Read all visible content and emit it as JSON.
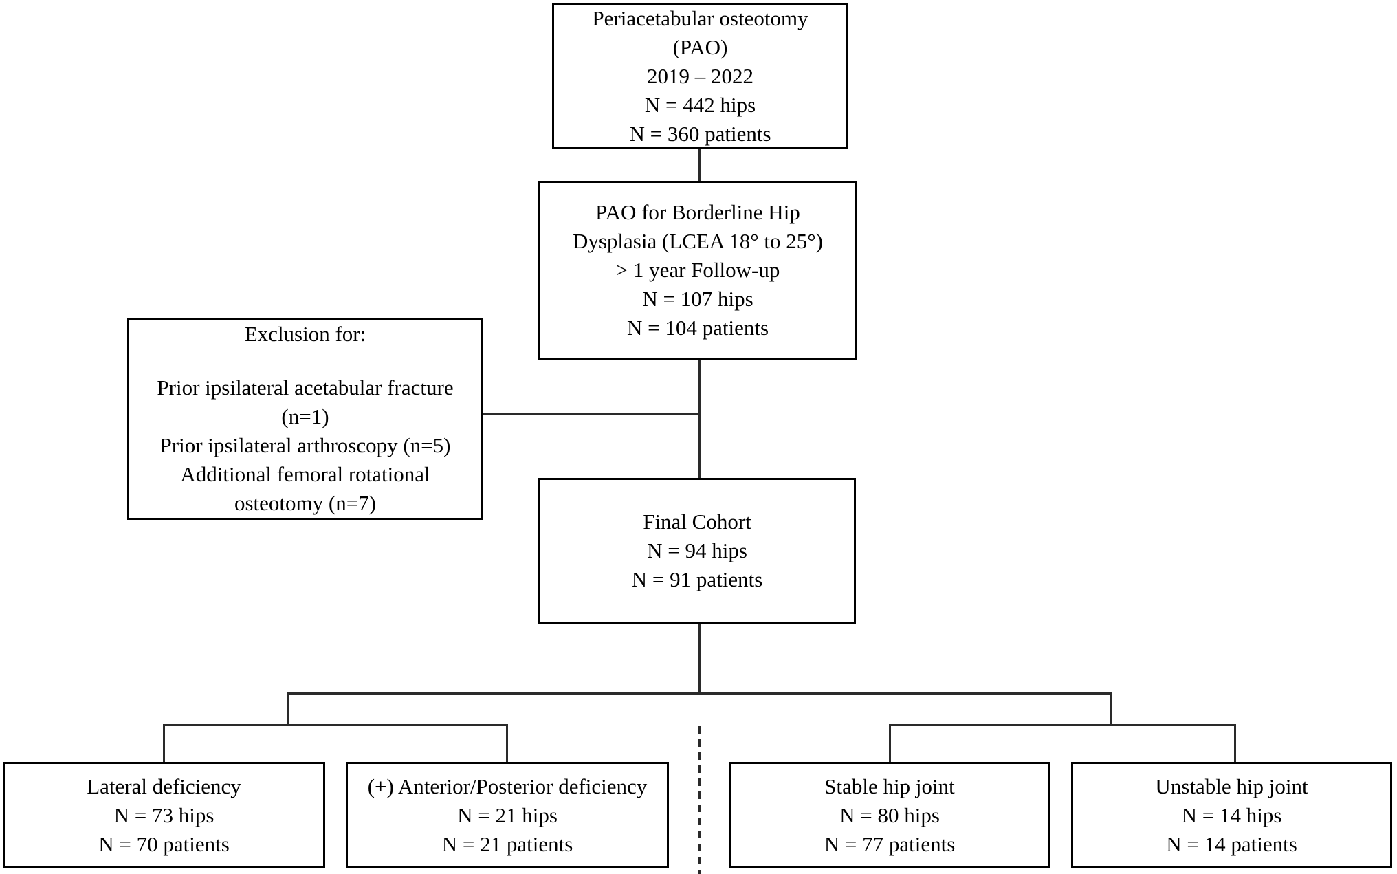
{
  "diagram": {
    "kind": "study-flow-diagram",
    "colors": {
      "bg": "#ffffff",
      "ink": "#000000",
      "line": "#2a2a2a"
    },
    "boxes": {
      "pao": {
        "lines": [
          "Periacetabular osteotomy",
          "(PAO)",
          "2019 – 2022",
          "N = 442 hips",
          "N = 360 patients"
        ]
      },
      "borderline": {
        "lines": [
          "PAO for Borderline Hip",
          "Dysplasia (LCEA 18° to 25°)",
          "> 1 year Follow-up",
          "N = 107 hips",
          "N = 104 patients"
        ]
      },
      "exclusion": {
        "heading": "Exclusion for:",
        "lines": [
          "Prior ipsilateral acetabular fracture",
          "(n=1)",
          "Prior ipsilateral arthroscopy (n=5)",
          "Additional femoral rotational",
          "osteotomy (n=7)"
        ]
      },
      "final_cohort": {
        "lines": [
          "Final Cohort",
          "N = 94 hips",
          "N = 91 patients"
        ]
      },
      "lateral_deficiency": {
        "lines": [
          "Lateral deficiency",
          "N = 73 hips",
          "N = 70 patients"
        ]
      },
      "anterior_posterior_deficiency": {
        "lines": [
          "(+) Anterior/Posterior deficiency",
          "N = 21 hips",
          "N = 21 patients"
        ]
      },
      "stable_hip": {
        "lines": [
          "Stable hip joint",
          "N = 80 hips",
          "N = 77 patients"
        ]
      },
      "unstable_hip": {
        "lines": [
          "Unstable hip joint",
          "N = 14 hips",
          "N = 14 patients"
        ]
      }
    }
  }
}
